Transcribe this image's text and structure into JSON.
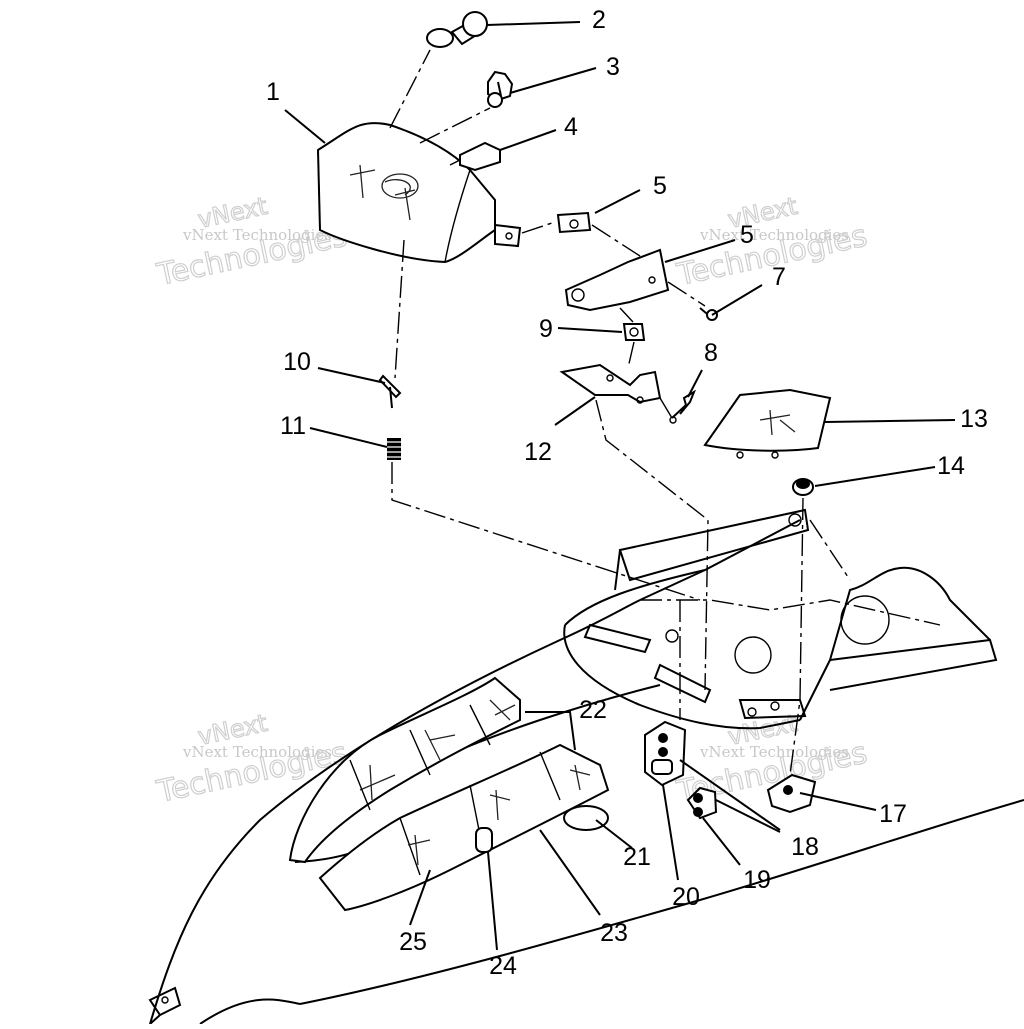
{
  "watermark": {
    "company_line": "vNext Technologies",
    "outline_line1": "vNext",
    "outline_line2": "Technologies"
  },
  "callouts": [
    "1",
    "2",
    "3",
    "4",
    "5",
    "5",
    "7",
    "8",
    "9",
    "10",
    "11",
    "12",
    "13",
    "14",
    "17",
    "18",
    "19",
    "20",
    "21",
    "22",
    "23",
    "24",
    "25"
  ]
}
